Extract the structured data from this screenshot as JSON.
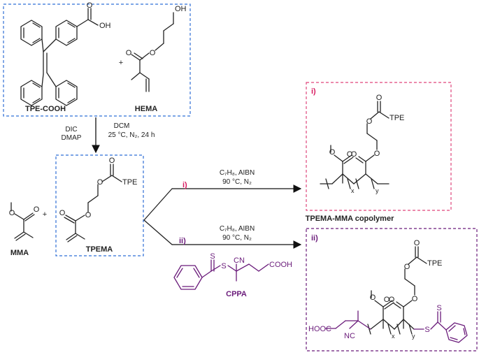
{
  "compounds": {
    "tpe_cooh": "TPE-COOH",
    "hema": "HEMA",
    "mma": "MMA",
    "tpema": "TPEMA",
    "cppa": "CPPA",
    "copolymer": "TPEMA-MMA copolymer"
  },
  "atoms": {
    "oh": "OH",
    "o": "O",
    "tpe": "TPE",
    "s": "S",
    "cn": "CN",
    "nc": "NC",
    "cooh": "COOH",
    "hooc": "HOOC",
    "x": "x",
    "y": "y",
    "plus": "+"
  },
  "step1": {
    "reagents_left": [
      "DIC",
      "DMAP"
    ],
    "reagents_right": [
      "DCM",
      "25 °C, N₂, 24 h"
    ]
  },
  "route_i": {
    "label": "i)",
    "conditions": [
      "C₇H₈, AIBN",
      "90 °C, N₂"
    ]
  },
  "route_ii": {
    "label": "ii)",
    "conditions": [
      "C₇H₈, AIBN",
      "90 °C, N₂"
    ]
  },
  "colors": {
    "box_blue": "#2f6fd6",
    "box_pink": "#e0457b",
    "box_purple": "#6a1b7a",
    "label_pink": "#d81b60"
  }
}
